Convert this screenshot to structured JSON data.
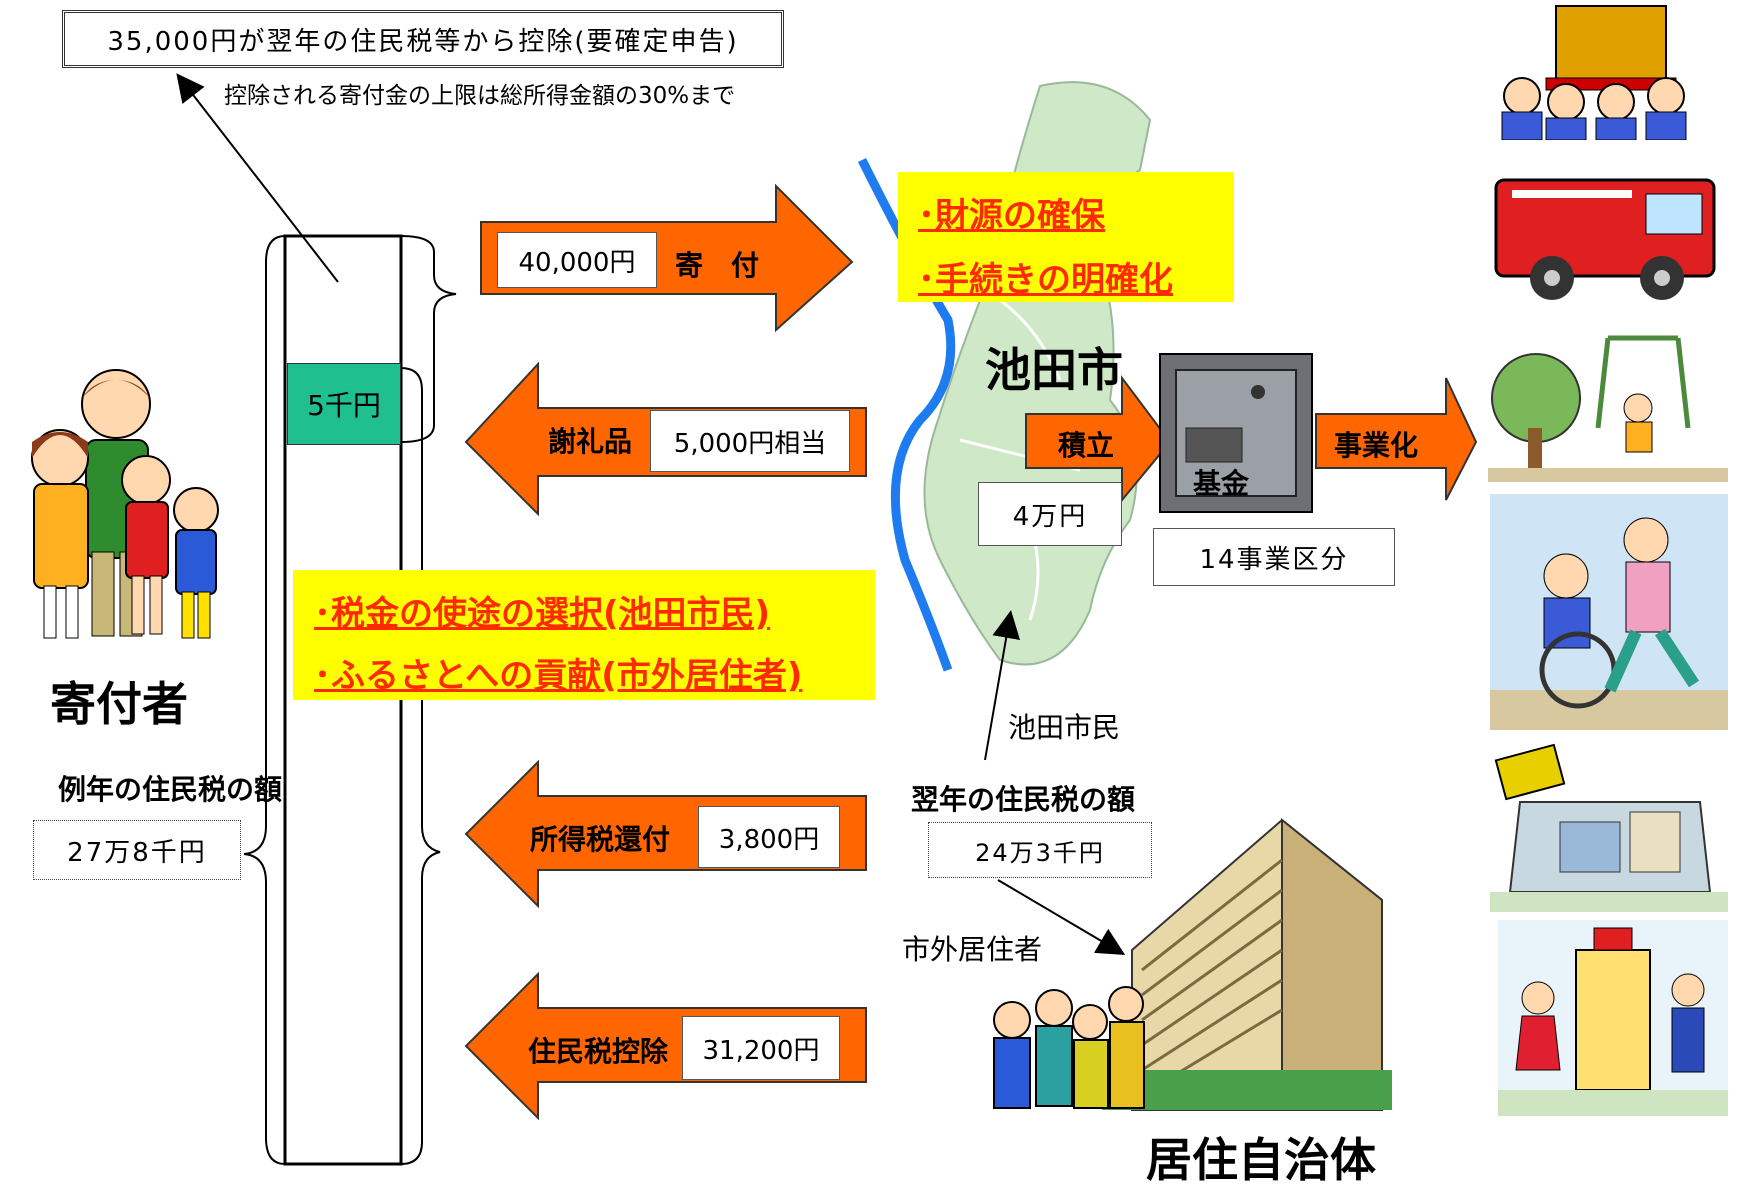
{
  "top_note": {
    "main": "35,000円が翌年の住民税等から控除(要確定申告)",
    "sub": "控除される寄付金の上限は総所得金額の30%まで"
  },
  "donor": {
    "label": "寄付者",
    "prev_tax_label": "例年の住民税の額",
    "prev_tax_value": "27万8千円"
  },
  "bar": {
    "segment_label": "5千円"
  },
  "arrows": {
    "donation": {
      "label": "寄　付",
      "amount": "40,000円"
    },
    "gift": {
      "label": "謝礼品",
      "amount": "5,000円相当"
    },
    "income_tax": {
      "label": "所得税還付",
      "amount": "3,800円"
    },
    "resident_tax": {
      "label": "住民税控除",
      "amount": "31,200円"
    }
  },
  "purpose_city": [
    "･財源の確保",
    "･手続きの明確化"
  ],
  "purpose_donor": [
    "･税金の使途の選択(池田市民)",
    "･ふるさとへの貢献(市外居住者)"
  ],
  "city": {
    "name": "池田市",
    "accumulate_label": "積立",
    "fund_label": "基金",
    "fund_amount": "4万円",
    "project_label": "事業化",
    "divisions": "14事業区分",
    "citizen_label": "池田市民",
    "next_tax_label": "翌年の住民税の額",
    "next_tax_value": "24万3千円",
    "outside_label": "市外居住者"
  },
  "municipality": {
    "label": "居住自治体"
  },
  "colors": {
    "arrow": "#ff6600",
    "highlight": "#ffff00",
    "underline_text": "#ff2a00",
    "segment": "#1fbf8f",
    "river": "#1e7cf0"
  }
}
